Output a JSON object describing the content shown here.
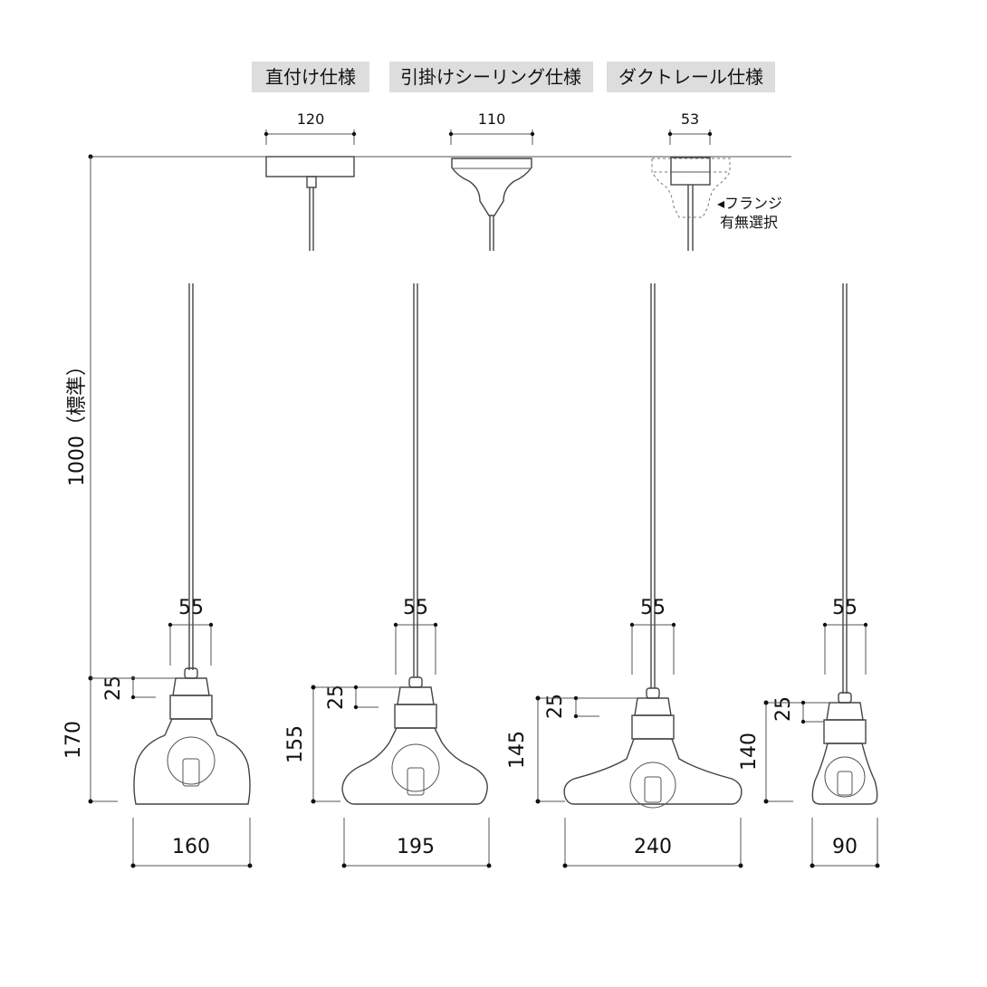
{
  "specs": [
    {
      "label": "直付け仕様",
      "width": "120"
    },
    {
      "label": "引掛けシーリング仕様",
      "width": "110"
    },
    {
      "label": "ダクトレール仕様",
      "width": "53"
    }
  ],
  "flange_note": {
    "line1": "◂フランジ",
    "line2": "有無選択"
  },
  "cord_length": "1000（標準）",
  "lamps": [
    {
      "socket_width": "55",
      "socket_height": "25",
      "height": "170",
      "width": "160"
    },
    {
      "socket_width": "55",
      "socket_height": "25",
      "height": "155",
      "width": "195"
    },
    {
      "socket_width": "55",
      "socket_height": "25",
      "height": "145",
      "width": "240"
    },
    {
      "socket_width": "55",
      "socket_height": "25",
      "height": "140",
      "width": "90"
    }
  ]
}
